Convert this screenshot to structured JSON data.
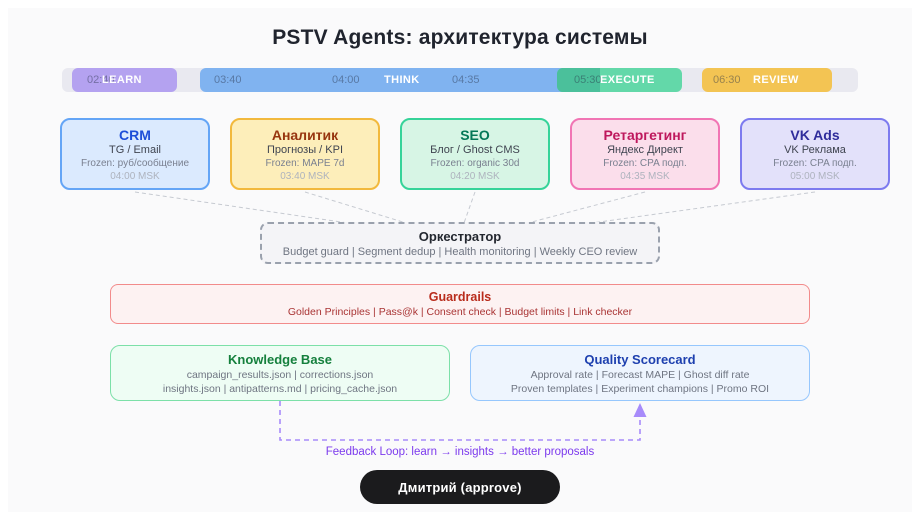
{
  "title": "PSTV Agents: архитектура системы",
  "timeline": {
    "learn_time": "02:40",
    "learn_label": "LEARN",
    "think_t1": "03:40",
    "think_t2": "04:00",
    "think_label": "THINK",
    "think_t3": "04:35",
    "execute_time": "05:30",
    "execute_label": "EXECUTE",
    "review_time": "06:30",
    "review_label": "REVIEW"
  },
  "agents": [
    {
      "name": "CRM",
      "channel": "TG / Email",
      "frozen": "Frozen: руб/сообщение",
      "time": "04:00 MSK"
    },
    {
      "name": "Аналитик",
      "channel": "Прогнозы / KPI",
      "frozen": "Frozen: MAPE 7d",
      "time": "03:40 MSK"
    },
    {
      "name": "SEO",
      "channel": "Блог / Ghost CMS",
      "frozen": "Frozen: organic 30d",
      "time": "04:20 MSK"
    },
    {
      "name": "Ретаргетинг",
      "channel": "Яндекс Директ",
      "frozen": "Frozen: CPA подп.",
      "time": "04:35 MSK"
    },
    {
      "name": "VK Ads",
      "channel": "VK Реклама",
      "frozen": "Frozen: CPA подп.",
      "time": "05:00 MSK"
    }
  ],
  "orchestrator": {
    "title": "Оркестратор",
    "services": "Budget guard | Segment dedup | Health monitoring | Weekly CEO review"
  },
  "guardrails": {
    "title": "Guardrails",
    "checks": "Golden Principles | Pass@k | Consent check | Budget limits | Link checker"
  },
  "knowledge_base": {
    "title": "Knowledge Base",
    "line1": "campaign_results.json | corrections.json",
    "line2": "insights.json | antipatterns.md | pricing_cache.json"
  },
  "scorecard": {
    "title": "Quality Scorecard",
    "line1": "Approval rate | Forecast MAPE | Ghost diff rate",
    "line2": "Proven templates | Experiment champions | Promo ROI"
  },
  "feedback": {
    "label": "Feedback Loop: learn → insights → better proposals"
  },
  "approve_button": {
    "label": "Дмитрий (approve)"
  },
  "colors": {
    "learn": "#b4a2f0",
    "think": "#80b3f0",
    "execute": "#63d8a9",
    "review": "#f3c453",
    "crm_accent": "#1d4ed8",
    "analytic_accent": "#97350f",
    "seo_accent": "#047857",
    "retarget_accent": "#be185d",
    "vkads_accent": "#2f2c9b",
    "guardrails_accent": "#b92c1c",
    "feedback_accent": "#7c3aed",
    "approve_bg": "#1b1b1d"
  }
}
